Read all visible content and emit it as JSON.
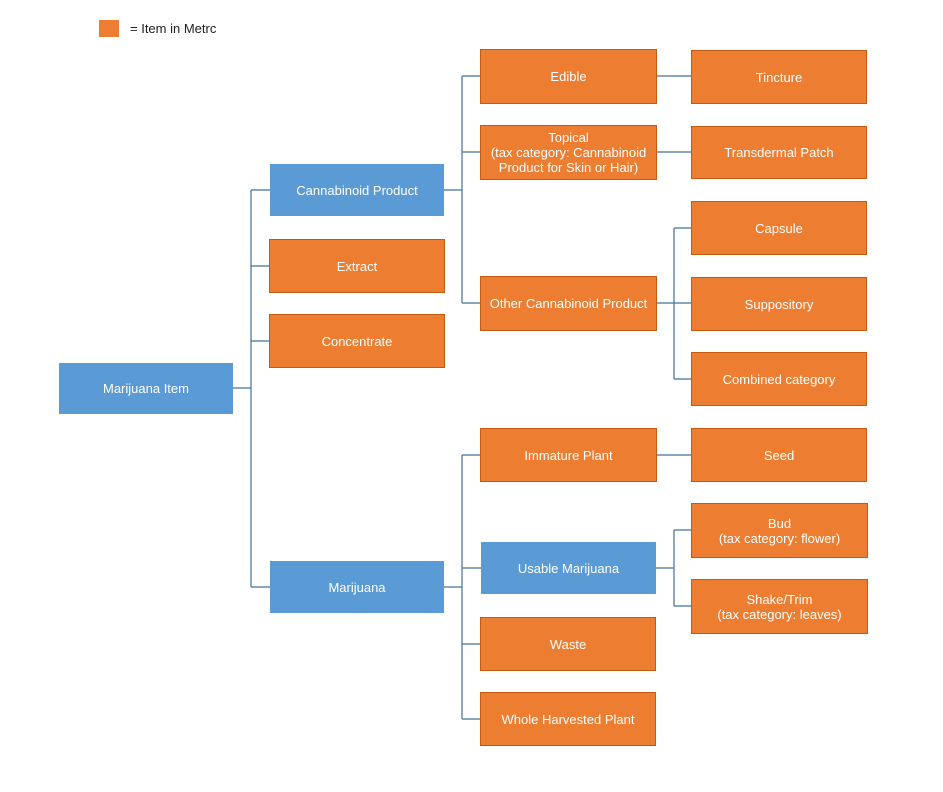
{
  "legend": {
    "label": "= Item in Metrc",
    "color": "#ED7D31"
  },
  "colors": {
    "metrc_item": "#ED7D31",
    "category": "#5B9BD5",
    "connector": "#41719C"
  },
  "nodes": {
    "marijuana_item": "Marijuana Item",
    "cannabinoid_product": "Cannabinoid Product",
    "extract": "Extract",
    "concentrate": "Concentrate",
    "marijuana": "Marijuana",
    "edible": "Edible",
    "topical": "Topical\n(tax category: Cannabinoid\nProduct for Skin or Hair)",
    "other_cannabinoid_product": "Other Cannabinoid Product",
    "immature_plant": "Immature Plant",
    "usable_marijuana": "Usable Marijuana",
    "waste": "Waste",
    "whole_harvested_plant": "Whole Harvested Plant",
    "tincture": "Tincture",
    "transdermal_patch": "Transdermal Patch",
    "capsule": "Capsule",
    "suppository": "Suppository",
    "combined_category": "Combined category",
    "seed": "Seed",
    "bud": "Bud\n(tax category: flower)",
    "shake_trim": "Shake/Trim\n(tax category: leaves)"
  }
}
